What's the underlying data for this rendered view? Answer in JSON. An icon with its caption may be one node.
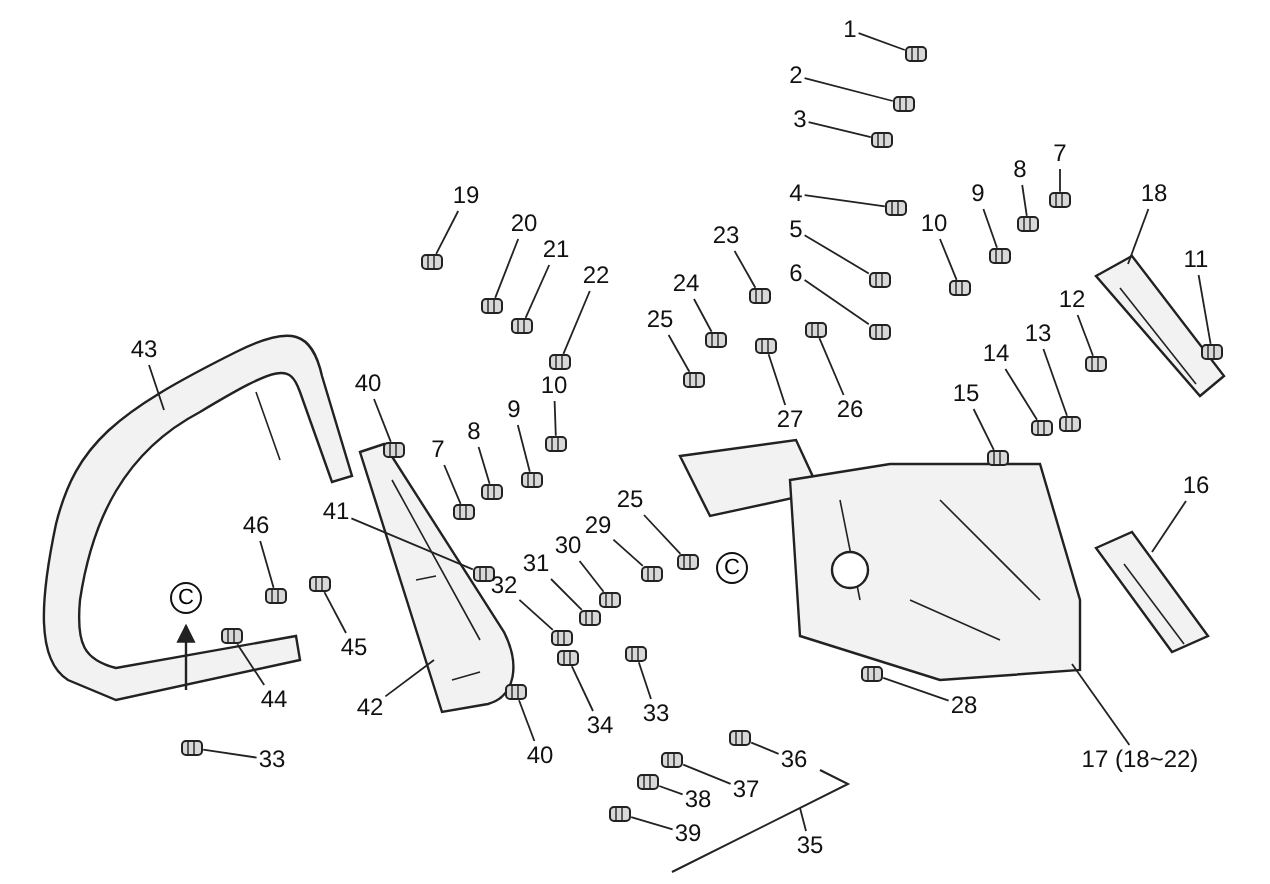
{
  "diagram": {
    "nodes": [
      {
        "text": [
          "1"
        ]
      },
      {
        "text": [
          "2"
        ]
      },
      {
        "text": [
          "3"
        ]
      },
      {
        "text": [
          "4"
        ]
      },
      {
        "text": [
          "5"
        ]
      },
      {
        "text": [
          "6"
        ]
      },
      {
        "text": [
          "19"
        ]
      },
      {
        "text": [
          "20"
        ]
      },
      {
        "text": [
          "21"
        ]
      },
      {
        "text": [
          "22"
        ]
      },
      {
        "text": [
          "23"
        ]
      },
      {
        "text": [
          "24"
        ]
      },
      {
        "text": [
          "25"
        ]
      },
      {
        "text": [
          "26"
        ]
      },
      {
        "text": [
          "27"
        ]
      },
      {
        "text": [
          "7"
        ]
      },
      {
        "text": [
          "8"
        ]
      },
      {
        "text": [
          "9"
        ]
      },
      {
        "text": [
          "10"
        ]
      },
      {
        "text": [
          "18"
        ]
      },
      {
        "text": [
          "11"
        ]
      },
      {
        "text": [
          "12"
        ]
      },
      {
        "text": [
          "13"
        ]
      },
      {
        "text": [
          "14"
        ]
      },
      {
        "text": [
          "15"
        ]
      },
      {
        "text": [
          "16"
        ]
      },
      {
        "text": [
          "43"
        ]
      },
      {
        "text": [
          "40"
        ]
      },
      {
        "text": [
          "10"
        ]
      },
      {
        "text": [
          "9"
        ]
      },
      {
        "text": [
          "8"
        ]
      },
      {
        "text": [
          "7"
        ]
      },
      {
        "text": [
          "41"
        ]
      },
      {
        "text": [
          "46"
        ]
      },
      {
        "text": [
          "25"
        ]
      },
      {
        "text": [
          "29"
        ]
      },
      {
        "text": [
          "30"
        ]
      },
      {
        "text": [
          "31"
        ]
      },
      {
        "text": [
          "32"
        ]
      },
      {
        "text": [
          "45"
        ]
      },
      {
        "text": [
          "44"
        ]
      },
      {
        "text": [
          "42"
        ]
      },
      {
        "text": [
          "34"
        ]
      },
      {
        "text": [
          "33"
        ]
      },
      {
        "text": [
          "28"
        ]
      },
      {
        "text": [
          "40"
        ]
      },
      {
        "text": [
          "33"
        ]
      },
      {
        "text": [
          "17 (18~22)"
        ]
      },
      {
        "text": [
          "36"
        ]
      },
      {
        "text": [
          "37"
        ]
      },
      {
        "text": [
          "38"
        ]
      },
      {
        "text": [
          "39"
        ]
      },
      {
        "text": [
          "35"
        ]
      },
      {
        "text": [],
        "shape": "picture"
      },
      {
        "text": [],
        "shape": "picture"
      },
      {
        "text": [],
        "shape": "picture"
      },
      {
        "text": [],
        "shape": "picture"
      },
      {
        "text": [],
        "shape": "picture"
      },
      {
        "text": [],
        "shape": "picture"
      },
      {
        "text": [],
        "shape": "picture"
      },
      {
        "text": [],
        "shape": "picture"
      },
      {
        "text": [],
        "shape": "picture"
      },
      {
        "text": [],
        "shape": "picture"
      },
      {
        "text": [],
        "shape": "picture"
      },
      {
        "text": [],
        "shape": "picture"
      },
      {
        "text": [],
        "shape": "picture"
      },
      {
        "text": [],
        "shape": "picture"
      },
      {
        "text": [],
        "shape": "picture"
      },
      {
        "text": [],
        "shape": "picture"
      },
      {
        "text": [],
        "shape": "picture"
      },
      {
        "text": [],
        "shape": "picture"
      },
      {
        "text": [],
        "shape": "picture"
      },
      {
        "text": [],
        "shape": "picture"
      },
      {
        "text": [],
        "shape": "picture"
      },
      {
        "text": [],
        "shape": "picture"
      },
      {
        "text": [],
        "shape": "picture"
      },
      {
        "text": [],
        "shape": "picture"
      },
      {
        "text": [],
        "shape": "picture"
      },
      {
        "text": [],
        "shape": "picture"
      },
      {
        "text": [],
        "shape": "picture"
      },
      {
        "text": [],
        "shape": "picture"
      },
      {
        "text": [],
        "shape": "picture"
      },
      {
        "text": [],
        "shape": "picture"
      },
      {
        "text": [],
        "shape": "picture"
      },
      {
        "text": [],
        "shape": "picture"
      },
      {
        "text": [],
        "shape": "picture"
      },
      {
        "text": [],
        "shape": "picture"
      },
      {
        "text": [],
        "shape": "picture"
      },
      {
        "text": [],
        "shape": "picture"
      },
      {
        "text": [],
        "shape": "picture"
      },
      {
        "text": [],
        "shape": "picture"
      },
      {
        "text": [],
        "shape": "picture"
      },
      {
        "text": [],
        "shape": "picture"
      },
      {
        "text": [],
        "shape": "picture"
      },
      {
        "text": [],
        "shape": "picture"
      },
      {
        "text": [],
        "shape": "picture"
      },
      {
        "text": [],
        "shape": "picture"
      },
      {
        "text": [],
        "shape": "picture"
      },
      {
        "text": [],
        "shape": "picture"
      },
      {
        "text": [],
        "shape": "picture"
      },
      {
        "text": [],
        "shape": "picture"
      },
      {
        "text": [],
        "shape": "picture"
      },
      {
        "text": [],
        "shape": "picture"
      },
      {
        "text": [],
        "shape": "picture"
      },
      {
        "text": [],
        "shape": "picture"
      }
    ],
    "edges": [
      {
        "from": 0,
        "to": 53,
        "arrow": "none"
      },
      {
        "from": 1,
        "to": 54,
        "arrow": "none"
      },
      {
        "from": 2,
        "to": 55,
        "arrow": "none"
      },
      {
        "from": 3,
        "to": 56,
        "arrow": "none"
      },
      {
        "from": 4,
        "to": 57,
        "arrow": "none"
      },
      {
        "from": 5,
        "to": 58,
        "arrow": "none"
      },
      {
        "from": 6,
        "to": 59,
        "arrow": "none"
      },
      {
        "from": 7,
        "to": 60,
        "arrow": "none"
      },
      {
        "from": 8,
        "to": 61,
        "arrow": "none"
      },
      {
        "from": 9,
        "to": 62,
        "arrow": "none"
      },
      {
        "from": 10,
        "to": 63,
        "arrow": "none"
      },
      {
        "from": 11,
        "to": 64,
        "arrow": "none"
      },
      {
        "from": 12,
        "to": 65,
        "arrow": "none"
      },
      {
        "from": 13,
        "to": 66,
        "arrow": "none"
      },
      {
        "from": 14,
        "to": 67,
        "arrow": "none"
      },
      {
        "from": 15,
        "to": 68,
        "arrow": "none"
      },
      {
        "from": 16,
        "to": 69,
        "arrow": "none"
      },
      {
        "from": 17,
        "to": 70,
        "arrow": "none"
      },
      {
        "from": 18,
        "to": 71,
        "arrow": "none"
      },
      {
        "from": 19,
        "to": 72,
        "arrow": "none"
      },
      {
        "from": 20,
        "to": 73,
        "arrow": "none"
      },
      {
        "from": 21,
        "to": 74,
        "arrow": "none"
      },
      {
        "from": 22,
        "to": 75,
        "arrow": "none"
      },
      {
        "from": 23,
        "to": 76,
        "arrow": "none"
      },
      {
        "from": 24,
        "to": 77,
        "arrow": "none"
      },
      {
        "from": 25,
        "to": 78,
        "arrow": "none"
      },
      {
        "from": 26,
        "to": 79,
        "arrow": "none"
      },
      {
        "from": 27,
        "to": 80,
        "arrow": "none"
      },
      {
        "from": 28,
        "to": 81,
        "arrow": "none"
      },
      {
        "from": 29,
        "to": 82,
        "arrow": "none"
      },
      {
        "from": 30,
        "to": 83,
        "arrow": "none"
      },
      {
        "from": 31,
        "to": 84,
        "arrow": "none"
      },
      {
        "from": 32,
        "to": 85,
        "arrow": "none"
      },
      {
        "from": 33,
        "to": 86,
        "arrow": "none"
      },
      {
        "from": 34,
        "to": 87,
        "arrow": "none"
      },
      {
        "from": 35,
        "to": 88,
        "arrow": "none"
      },
      {
        "from": 36,
        "to": 89,
        "arrow": "none"
      },
      {
        "from": 37,
        "to": 90,
        "arrow": "none"
      },
      {
        "from": 38,
        "to": 91,
        "arrow": "none"
      },
      {
        "from": 39,
        "to": 92,
        "arrow": "none"
      },
      {
        "from": 40,
        "to": 93,
        "arrow": "none"
      },
      {
        "from": 41,
        "to": 94,
        "arrow": "none"
      },
      {
        "from": 42,
        "to": 95,
        "arrow": "none"
      },
      {
        "from": 43,
        "to": 96,
        "arrow": "none"
      },
      {
        "from": 44,
        "to": 97,
        "arrow": "none"
      },
      {
        "from": 45,
        "to": 98,
        "arrow": "none"
      },
      {
        "from": 46,
        "to": 99,
        "arrow": "none"
      },
      {
        "from": 47,
        "to": 100,
        "arrow": "none"
      },
      {
        "from": 48,
        "to": 101,
        "arrow": "none"
      },
      {
        "from": 49,
        "to": 102,
        "arrow": "none"
      },
      {
        "from": 50,
        "to": 103,
        "arrow": "none"
      },
      {
        "from": 51,
        "to": 104,
        "arrow": "none"
      },
      {
        "from": 52,
        "to": null,
        "arrow": "none"
      }
    ],
    "labels": [
      "C",
      "C"
    ]
  }
}
